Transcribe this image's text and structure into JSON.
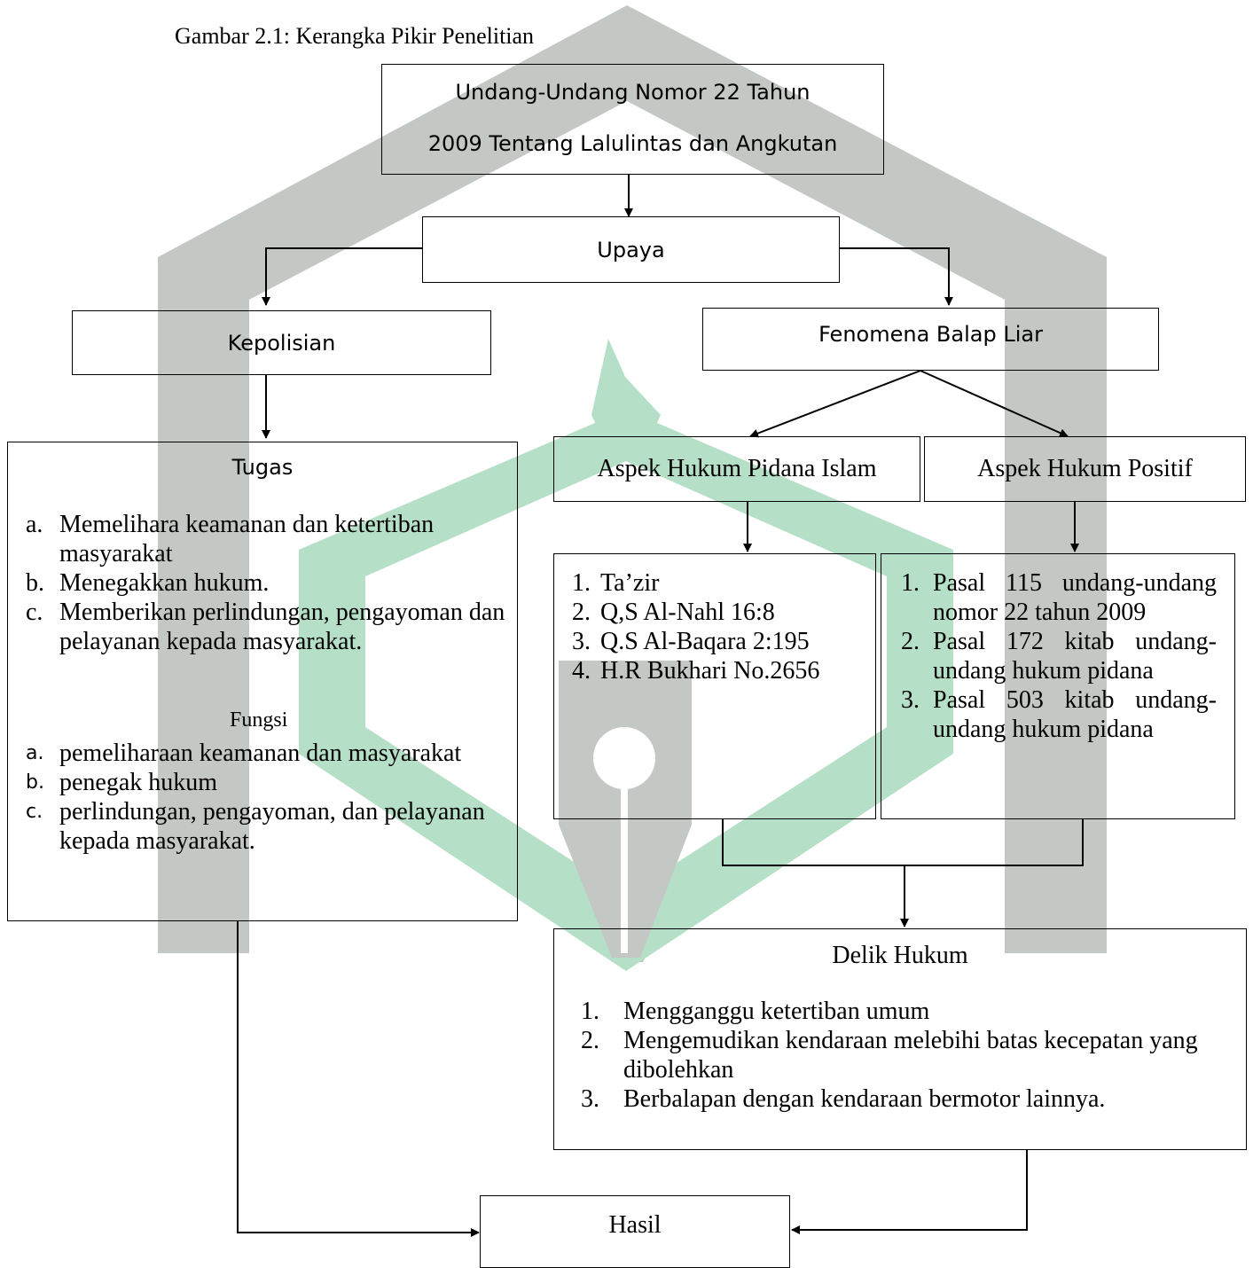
{
  "caption": "Gambar 2.1: Kerangka Pikir Penelitian",
  "nodes": {
    "law": {
      "line1": "Undang-Undang Nomor 22 Tahun",
      "line2": "2009 Tentang Lalulintas dan Angkutan"
    },
    "upaya": "Upaya",
    "kepolisian": "Kepolisian",
    "fenomena": "Fenomena Balap Liar",
    "tugas": {
      "title": "Tugas",
      "items": [
        {
          "marker": "a.",
          "text": "Memelihara keamanan dan ketertiban masyarakat"
        },
        {
          "marker": "b.",
          "text": "Menegakkan hukum."
        },
        {
          "marker": "c.",
          "text": "Memberikan perlindungan, pengayoman dan pelayanan kepada masyarakat."
        }
      ],
      "fungsi_title": "Fungsi",
      "fungsi_items": [
        {
          "marker": "a.",
          "text": "pemeliharaan keamanan dan masyarakat"
        },
        {
          "marker": "b.",
          "text": "penegak hukum"
        },
        {
          "marker": "c.",
          "text": "perlindungan, pengayoman, dan pelayanan kepada masyarakat."
        }
      ]
    },
    "aspek_islam": "Aspek Hukum Pidana Islam",
    "aspek_positif": "Aspek Hukum Positif",
    "islam_list": [
      {
        "marker": "1.",
        "text": "Ta’zir"
      },
      {
        "marker": "2.",
        "text": "Q,S Al-Nahl 16:8"
      },
      {
        "marker": "3.",
        "text": "Q.S Al-Baqara 2:195"
      },
      {
        "marker": "4.",
        "text": "H.R Bukhari No.2656"
      }
    ],
    "positif_list": [
      {
        "marker": "1.",
        "text": "Pasal 115 undang-undang nomor 22 tahun 2009"
      },
      {
        "marker": "2.",
        "text": "Pasal 172 kitab undang-undang hukum pidana"
      },
      {
        "marker": "3.",
        "text": "Pasal 503 kitab undang-undang hukum pidana"
      }
    ],
    "delik": {
      "title": "Delik Hukum",
      "items": [
        {
          "marker": "1.",
          "text": "Mengganggu ketertiban umum"
        },
        {
          "marker": "2.",
          "text": "Mengemudikan kendaraan melebihi batas kecepatan yang dibolehkan"
        },
        {
          "marker": "3.",
          "text": "Berbalapan dengan kendaraan bermotor lainnya."
        }
      ]
    },
    "hasil": "Hasil"
  },
  "watermark": {
    "gray": "#c4c8c5",
    "green": "#b5dfc6"
  }
}
